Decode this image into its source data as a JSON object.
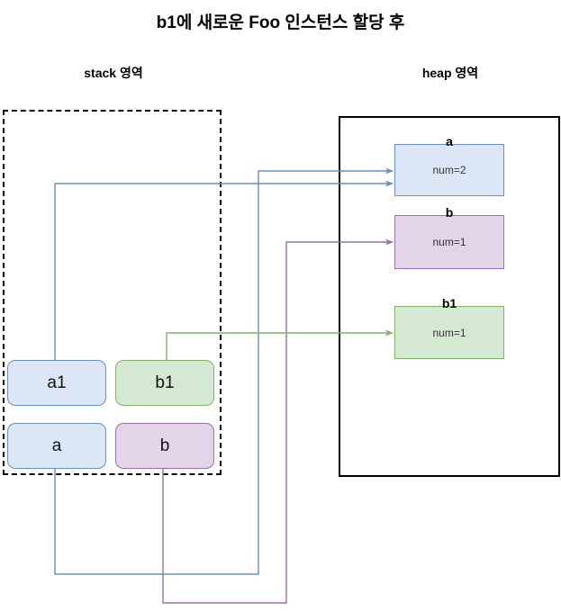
{
  "title": "b1에 새로운 Foo 인스턴스 할당 후",
  "regions": {
    "stack": {
      "label": "stack 영역"
    },
    "heap": {
      "label": "heap 영역"
    }
  },
  "stack_boxes": [
    {
      "name": "a1",
      "label": "a1",
      "color": "#dce6f5",
      "border": "#6a8fc0"
    },
    {
      "name": "b1",
      "label": "b1",
      "color": "#d5e8d4",
      "border": "#82b366"
    },
    {
      "name": "a",
      "label": "a",
      "color": "#dce6f5",
      "border": "#6a8fc0"
    },
    {
      "name": "b",
      "label": "b",
      "color": "#e1d5e7",
      "border": "#9673a6"
    }
  ],
  "heap_objects": [
    {
      "name": "a",
      "title": "a",
      "value": "num=2",
      "color": "#dce6f5",
      "border": "#6a8fc0"
    },
    {
      "name": "b",
      "title": "b",
      "value": "num=1",
      "color": "#e1d5e7",
      "border": "#9673a6"
    },
    {
      "name": "b1",
      "title": "b1",
      "value": "num=1",
      "color": "#d5e8d4",
      "border": "#82b366"
    }
  ],
  "connectors": [
    {
      "from": "a1",
      "to": "heap-a",
      "color": "#6a8fc0"
    },
    {
      "from": "a",
      "to": "heap-a",
      "color": "#6a8fc0"
    },
    {
      "from": "b",
      "to": "heap-b",
      "color": "#9673a6"
    },
    {
      "from": "b1",
      "to": "heap-b1",
      "color": "#82b366"
    }
  ],
  "colors": {
    "blue_fill": "#dce6f5",
    "blue_stroke": "#6a8fc0",
    "green_fill": "#d5e8d4",
    "green_stroke": "#82b366",
    "purple_fill": "#e1d5e7",
    "purple_stroke": "#9673a6",
    "region_stroke": "#000000"
  }
}
